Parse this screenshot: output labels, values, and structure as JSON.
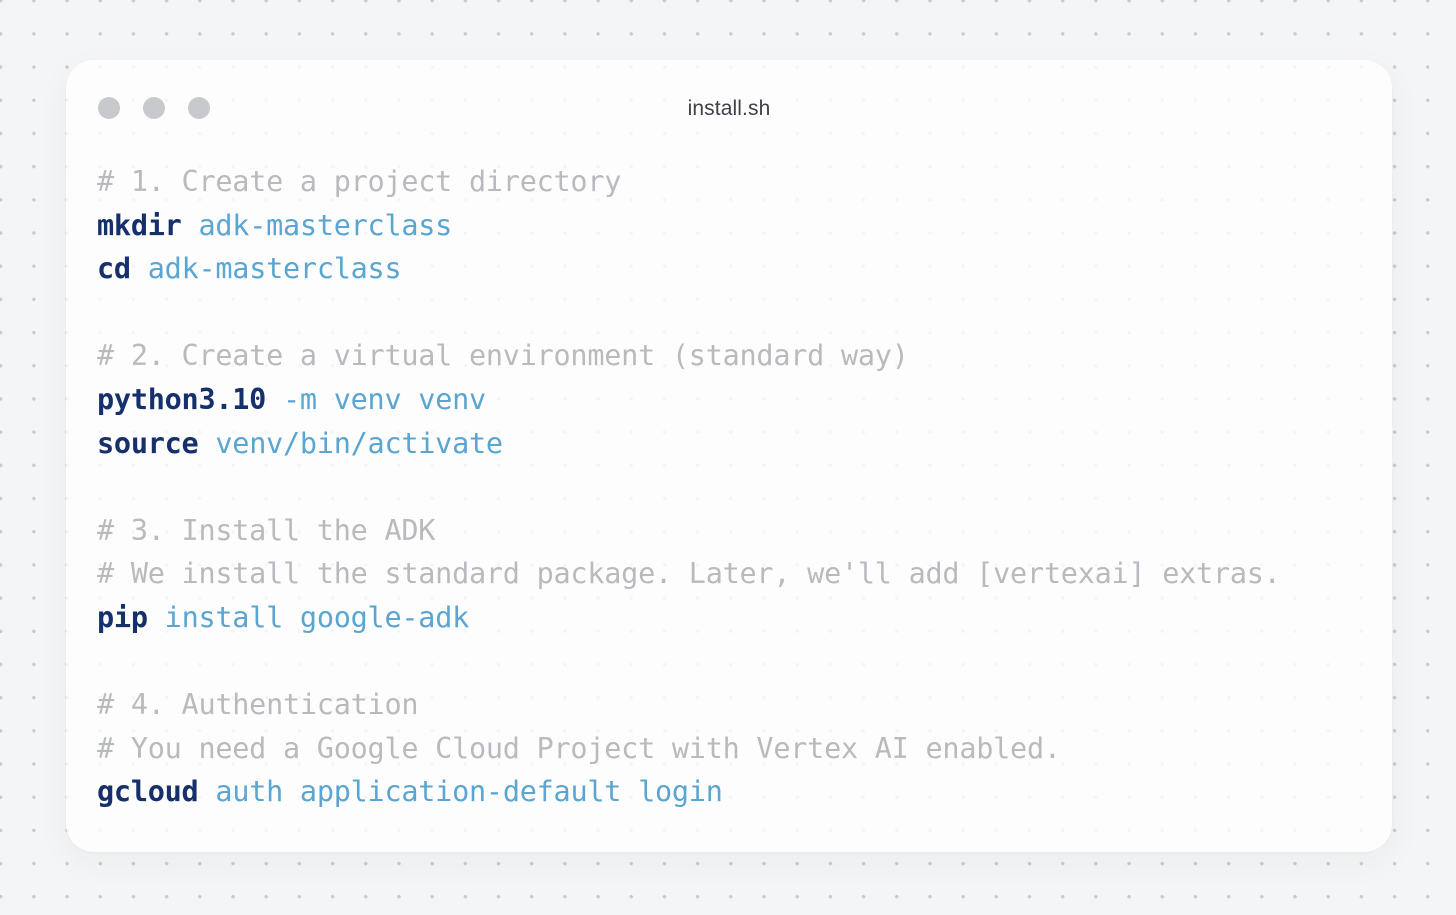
{
  "window": {
    "title": "install.sh",
    "traffic_lights": [
      {
        "name": "close",
        "color": "#c8c9cc"
      },
      {
        "name": "minimize",
        "color": "#c8c9cc"
      },
      {
        "name": "maximize",
        "color": "#c8c9cc"
      }
    ]
  },
  "theme": {
    "page_background": "#f4f5f6",
    "dot_color": "#c9cacd",
    "card_background": "#ffffff",
    "comment_color": "#b9babe",
    "command_color": "#15306b",
    "argument_color": "#5aa5d1",
    "title_color": "#3d4148"
  },
  "code": {
    "language": "shell",
    "filename": "install.sh",
    "lines": [
      {
        "type": "comment",
        "text": "# 1. Create a project directory"
      },
      {
        "type": "command",
        "command": "mkdir",
        "args": "adk-masterclass"
      },
      {
        "type": "command",
        "command": "cd",
        "args": "adk-masterclass"
      },
      {
        "type": "blank",
        "text": ""
      },
      {
        "type": "comment",
        "text": "# 2. Create a virtual environment (standard way)"
      },
      {
        "type": "command",
        "command": "python3.10",
        "args": "-m venv venv"
      },
      {
        "type": "command",
        "command": "source",
        "args": "venv/bin/activate"
      },
      {
        "type": "blank",
        "text": ""
      },
      {
        "type": "comment",
        "text": "# 3. Install the ADK"
      },
      {
        "type": "comment",
        "text": "# We install the standard package. Later, we'll add [vertexai] extras."
      },
      {
        "type": "command",
        "command": "pip",
        "args": "install google-adk"
      },
      {
        "type": "blank",
        "text": ""
      },
      {
        "type": "comment",
        "text": "# 4. Authentication"
      },
      {
        "type": "comment",
        "text": "# You need a Google Cloud Project with Vertex AI enabled."
      },
      {
        "type": "command",
        "command": "gcloud",
        "args": "auth application-default login"
      }
    ]
  }
}
